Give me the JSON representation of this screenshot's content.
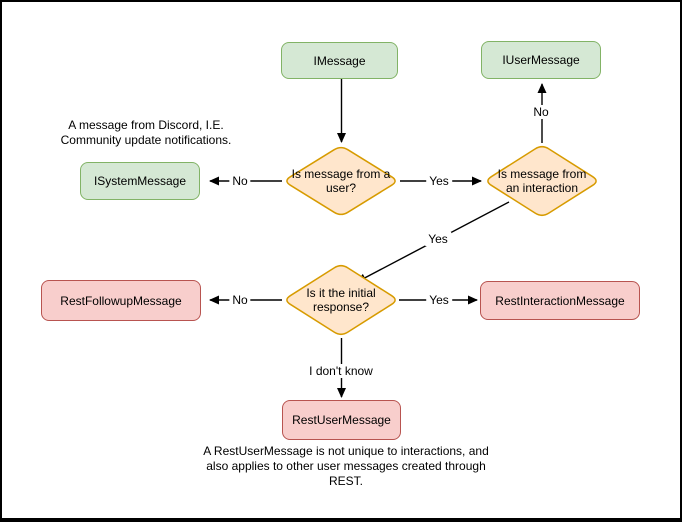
{
  "diagram": {
    "kind": "flowchart",
    "background": "#ffffff",
    "border_color": "#000000"
  },
  "colors": {
    "class_fill": "#d5e8d4",
    "class_stroke": "#82b366",
    "decision_fill": "#ffe6cc",
    "decision_stroke": "#d79b00",
    "rest_fill": "#f8cecc",
    "rest_stroke": "#b85450",
    "edge_color": "#000000",
    "text_color": "#000000"
  },
  "nodes": {
    "imessage": {
      "label": "IMessage",
      "shape": "rounded-rect",
      "color": "green"
    },
    "iusermessage": {
      "label": "IUserMessage",
      "shape": "rounded-rect",
      "color": "green"
    },
    "isystemmessage": {
      "label": "ISystemMessage",
      "shape": "rounded-rect",
      "color": "green"
    },
    "decision_user": {
      "label": "Is message from a user?",
      "shape": "diamond",
      "color": "orange"
    },
    "decision_interaction": {
      "label": "Is message from an interaction",
      "shape": "diamond",
      "color": "orange"
    },
    "decision_initial": {
      "label": "Is it the initial response?",
      "shape": "diamond",
      "color": "orange"
    },
    "restfollowup": {
      "label": "RestFollowupMessage",
      "shape": "rounded-rect",
      "color": "red"
    },
    "restinteraction": {
      "label": "RestInteractionMessage",
      "shape": "rounded-rect",
      "color": "red"
    },
    "restuser": {
      "label": "RestUserMessage",
      "shape": "rounded-rect",
      "color": "red"
    }
  },
  "edges": {
    "imessage_to_decision_user": {
      "label": ""
    },
    "decision_user_to_isystemmessage": {
      "label": "No"
    },
    "decision_user_to_decision_interaction": {
      "label": "Yes"
    },
    "decision_interaction_to_iusermessage": {
      "label": "No"
    },
    "decision_interaction_to_decision_initial": {
      "label": "Yes"
    },
    "decision_initial_to_restfollowup": {
      "label": "No"
    },
    "decision_initial_to_restinteraction": {
      "label": "Yes"
    },
    "decision_initial_to_restuser": {
      "label": "I don't know"
    }
  },
  "notes": {
    "isystemmessage_note": "A message from Discord, I.E. Community update notifications.",
    "restuser_note": "A RestUserMessage is not unique to interactions, and also applies to other user messages created through REST."
  }
}
